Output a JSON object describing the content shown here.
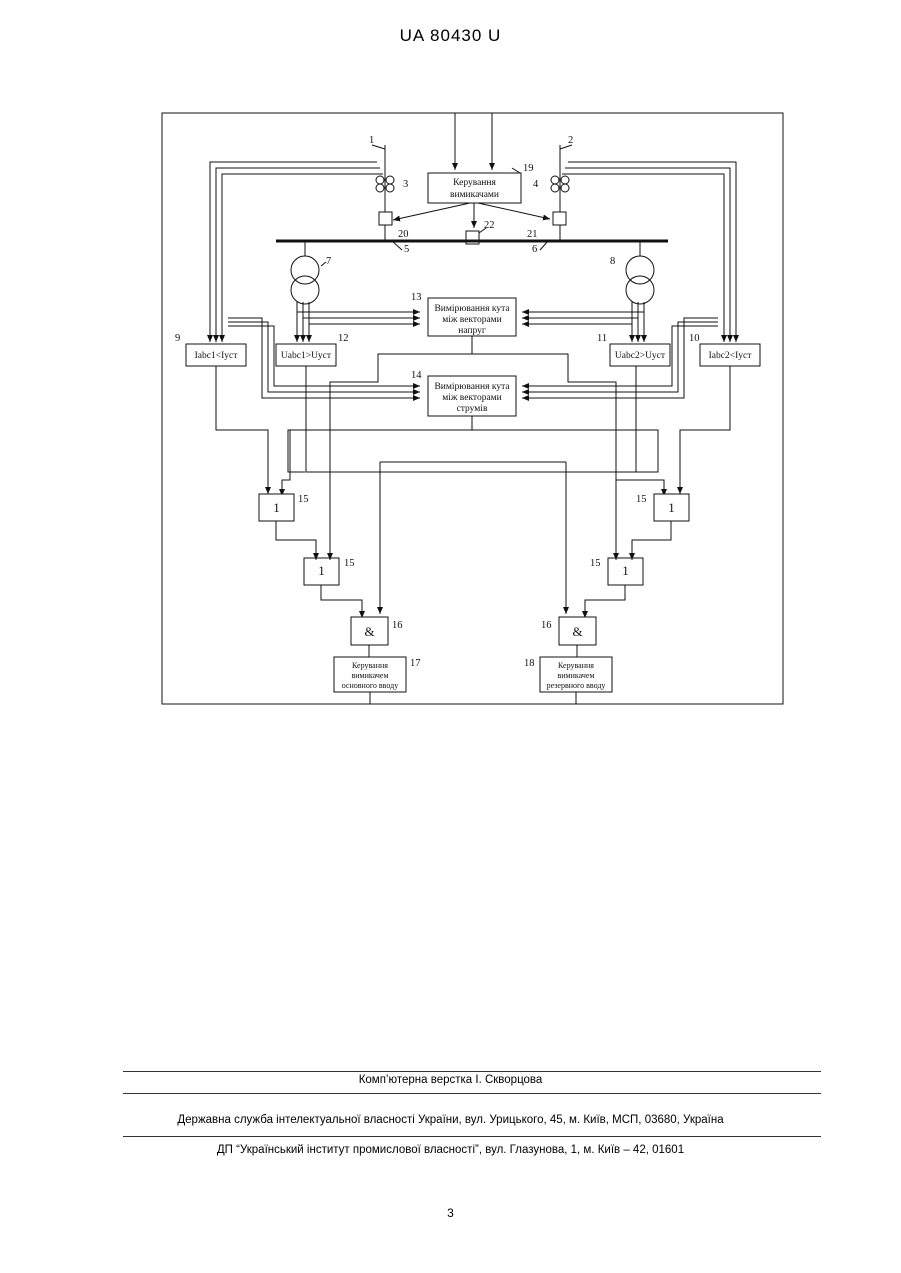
{
  "header": {
    "patent": "UA   80430   U"
  },
  "diagram": {
    "numbers": [
      "1",
      "2",
      "3",
      "4",
      "5",
      "6",
      "7",
      "8",
      "9",
      "10",
      "11",
      "12",
      "13",
      "14",
      "15",
      "15",
      "15",
      "15",
      "16",
      "16",
      "17",
      "18",
      "19",
      "20",
      "21",
      "22"
    ],
    "blocks": {
      "b19": [
        "Керування",
        "вимикачами"
      ],
      "b13": [
        "Вимірювання кута",
        "між векторами",
        "напруг"
      ],
      "b14": [
        "Вимірювання кута",
        "між векторами",
        "струмів"
      ],
      "b9": "Iabc1<Iуст",
      "b12": "Uabc1>Uуст",
      "b11": "Uabc2>Uуст",
      "b10": "Iabc2<Iуст",
      "or": "1",
      "and": "&",
      "b17": [
        "Керування",
        "вимикачем",
        "основного вводу"
      ],
      "b18": [
        "Керування",
        "вимикачем",
        "резервного вводу"
      ]
    }
  },
  "footer": {
    "line1": "Комп’ютерна верстка І. Скворцова",
    "line2": "Державна служба інтелектуальної власності України, вул. Урицького, 45, м. Київ, МСП, 03680, Україна",
    "line3": "ДП “Український інститут промислової власності”, вул. Глазунова, 1, м. Київ – 42, 01601",
    "page": "3"
  }
}
